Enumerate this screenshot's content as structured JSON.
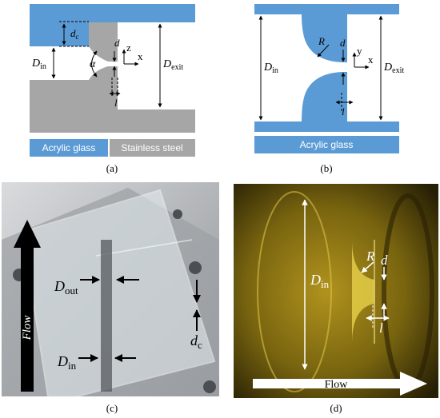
{
  "colors": {
    "acrylic": "#5b9bd5",
    "steel": "#a6a6a6",
    "photo_c_bg": "#b9bcbf",
    "photo_d_bg": "#5a4a10",
    "arrow_dark": "#000000",
    "arrow_light": "#ffffff"
  },
  "panel_a": {
    "caption": "(a)",
    "legend_acrylic": "Acrylic glass",
    "legend_steel": "Stainless steel",
    "label_dc": "d",
    "label_dc_sub": "c",
    "label_din": "D",
    "label_din_sub": "in",
    "label_alpha": "α",
    "label_d": "d",
    "label_z": "z",
    "label_x": "x",
    "label_l": "l",
    "label_dexit": "D",
    "label_dexit_sub": "exit"
  },
  "panel_b": {
    "caption": "(b)",
    "legend_acrylic": "Acrylic glass",
    "label_R": "R",
    "label_d": "d",
    "label_y": "y",
    "label_x": "x",
    "label_l": "l",
    "label_din": "D",
    "label_din_sub": "in",
    "label_dexit": "D",
    "label_dexit_sub": "exit"
  },
  "panel_c": {
    "caption": "(c)",
    "label_flow": "Flow",
    "label_dout": "D",
    "label_dout_sub": "out",
    "label_din": "D",
    "label_din_sub": "in",
    "label_dc": "d",
    "label_dc_sub": "c"
  },
  "panel_d": {
    "caption": "(d)",
    "label_din": "D",
    "label_din_sub": "in",
    "label_R": "R",
    "label_d": "d",
    "label_l": "l",
    "label_flow": "Flow"
  }
}
